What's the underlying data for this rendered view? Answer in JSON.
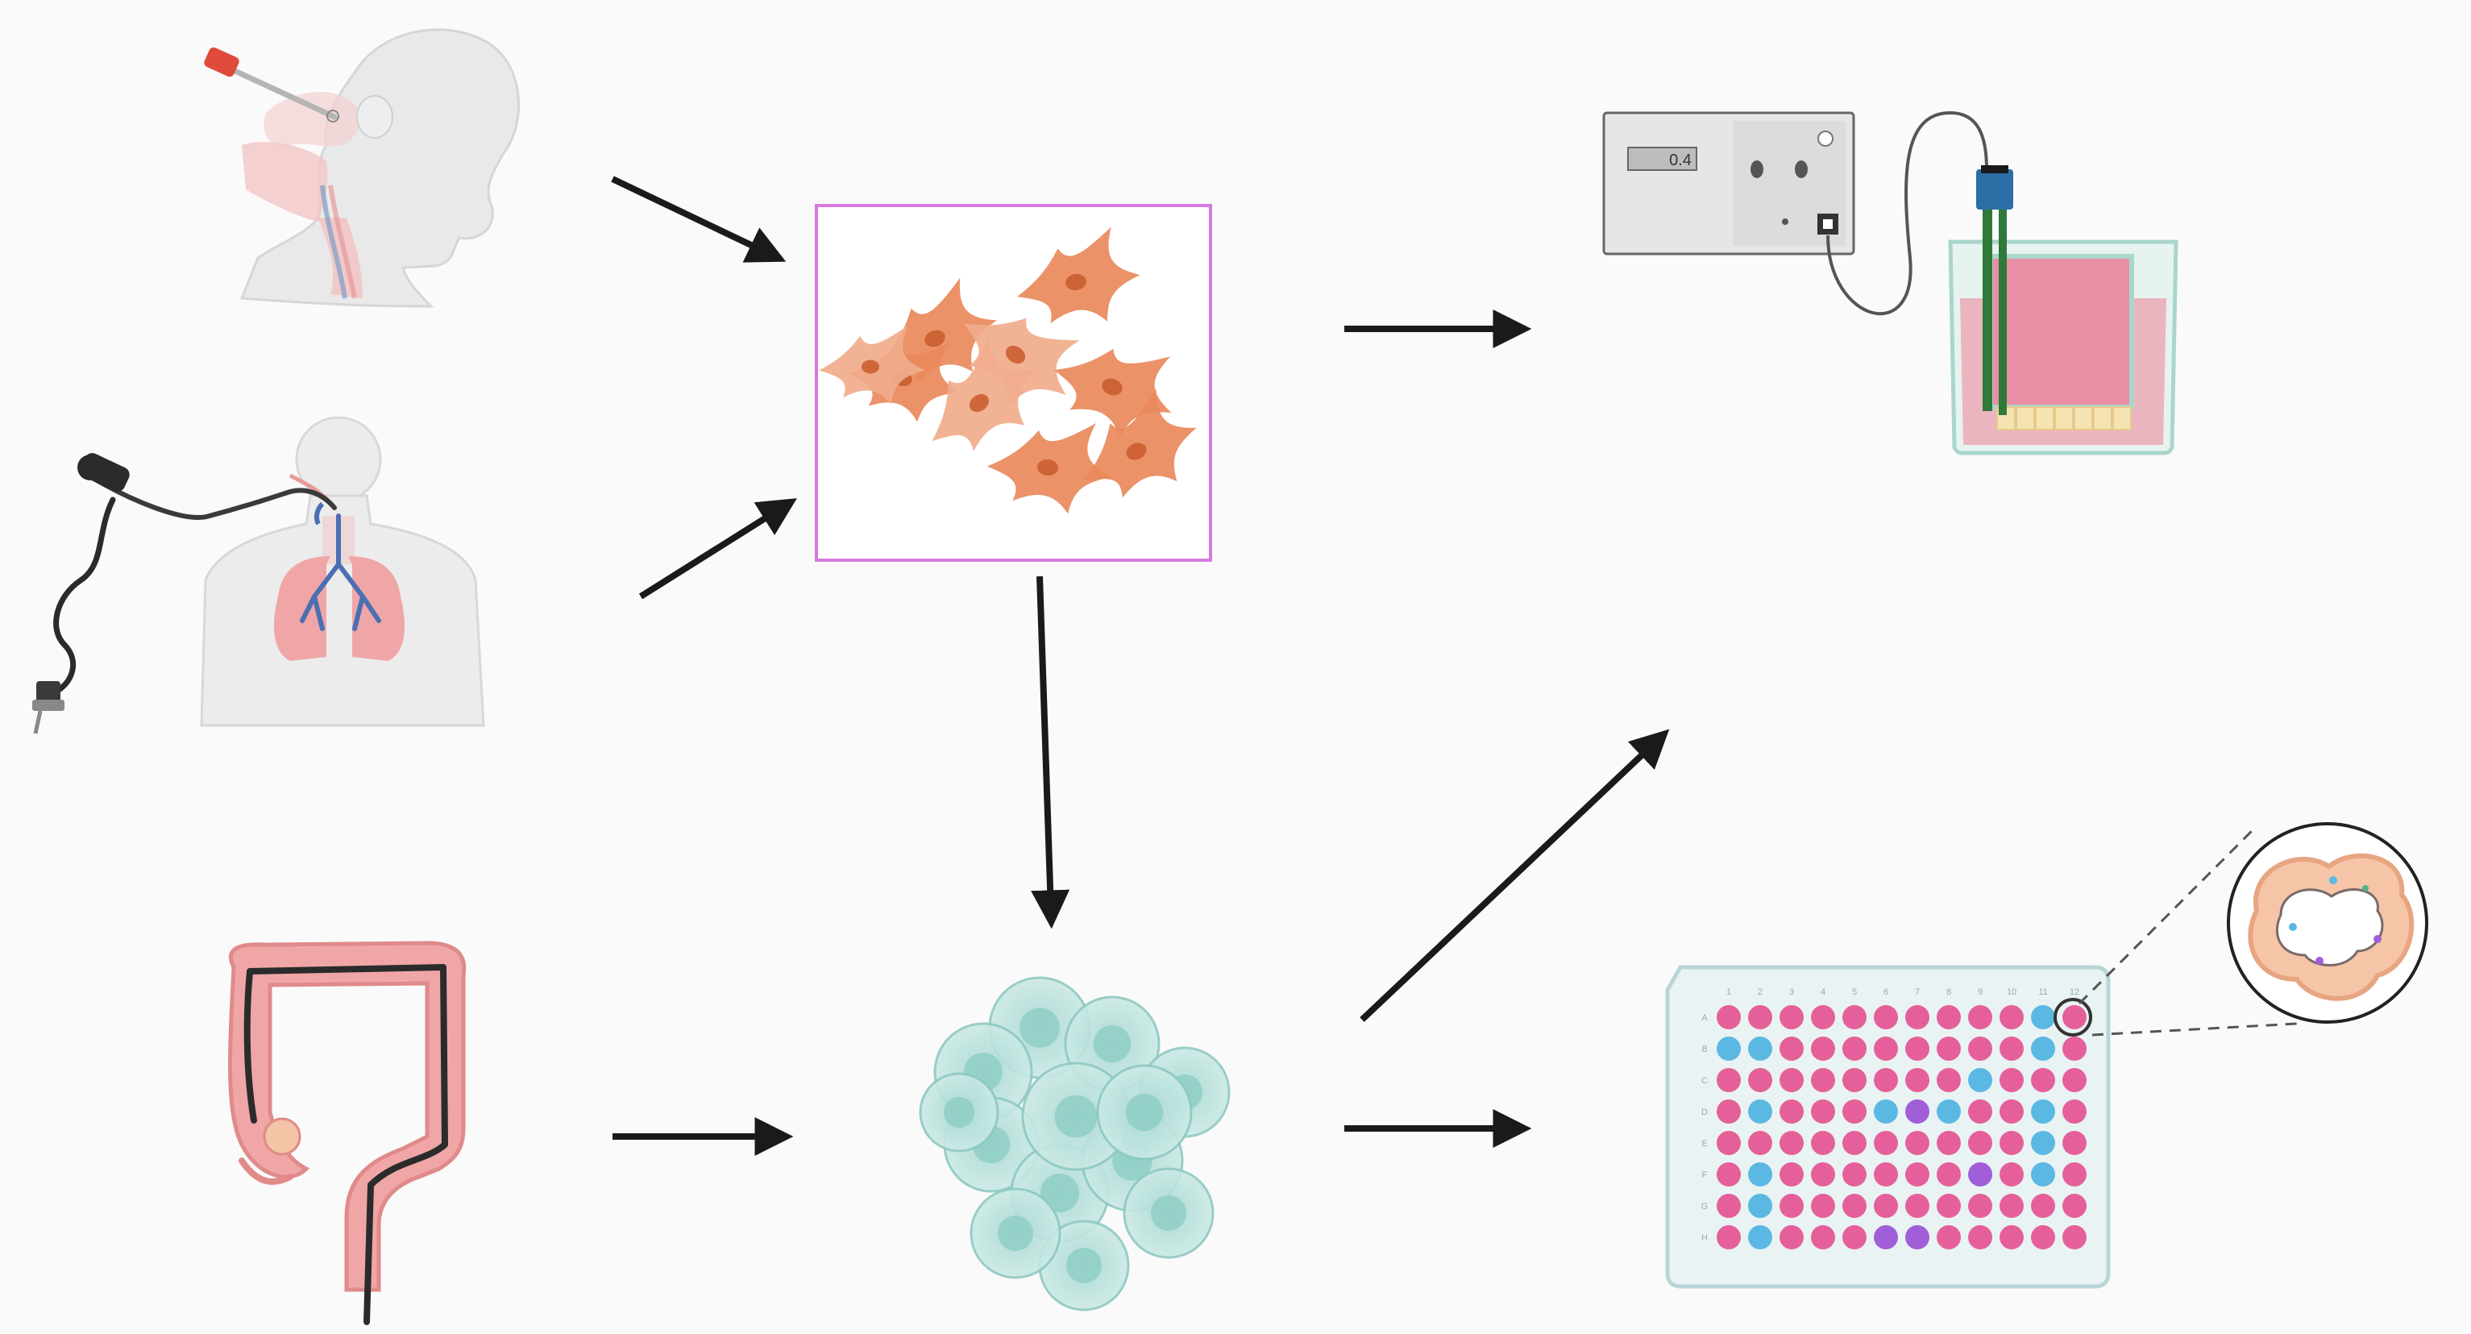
{
  "colors": {
    "background": "#fafafa",
    "arrow": "#1a1a1a",
    "culture_frame": "#d57ae0",
    "cell_orange": "#e9895b",
    "cell_nucleus": "#c85a2c",
    "organoid": "#b9e0db",
    "organoid_edge": "#8fc9c2",
    "tissue_pink": "#f0a6a6",
    "airway_blue": "#4a6fb3",
    "well_pink": "#e5609a",
    "well_blue": "#5bb8e3",
    "well_purple": "#a05ed9",
    "medium_pink": "#eba9b7"
  },
  "icons": [
    "nasal-swab-head-icon",
    "bronchoscopy-lungs-icon",
    "colonoscopy-colon-icon",
    "adherent-cell-culture-icon",
    "organoid-cluster-icon",
    "teer-meter-icon",
    "transwell-insert-icon",
    "well-plate-96-icon",
    "organoid-lumen-magnified-icon"
  ],
  "teer_meter": {
    "display": "0.4"
  },
  "plate": {
    "columns": [
      "1",
      "2",
      "3",
      "4",
      "5",
      "6",
      "7",
      "8",
      "9",
      "10",
      "11",
      "12"
    ],
    "rows": [
      "A",
      "B",
      "C",
      "D",
      "E",
      "F",
      "G",
      "H"
    ],
    "wells": [
      "PPPPPPPPPPBP",
      "BBPPPPPPPPBP",
      "PPPPPPPPBPPP",
      "PBPPPBVBPPBP",
      "PPPPPPPPPPBP",
      "PBPPPPPPVPBP",
      "PBPPPPPPPPPP",
      "PBPPPVVPPPPP"
    ]
  }
}
